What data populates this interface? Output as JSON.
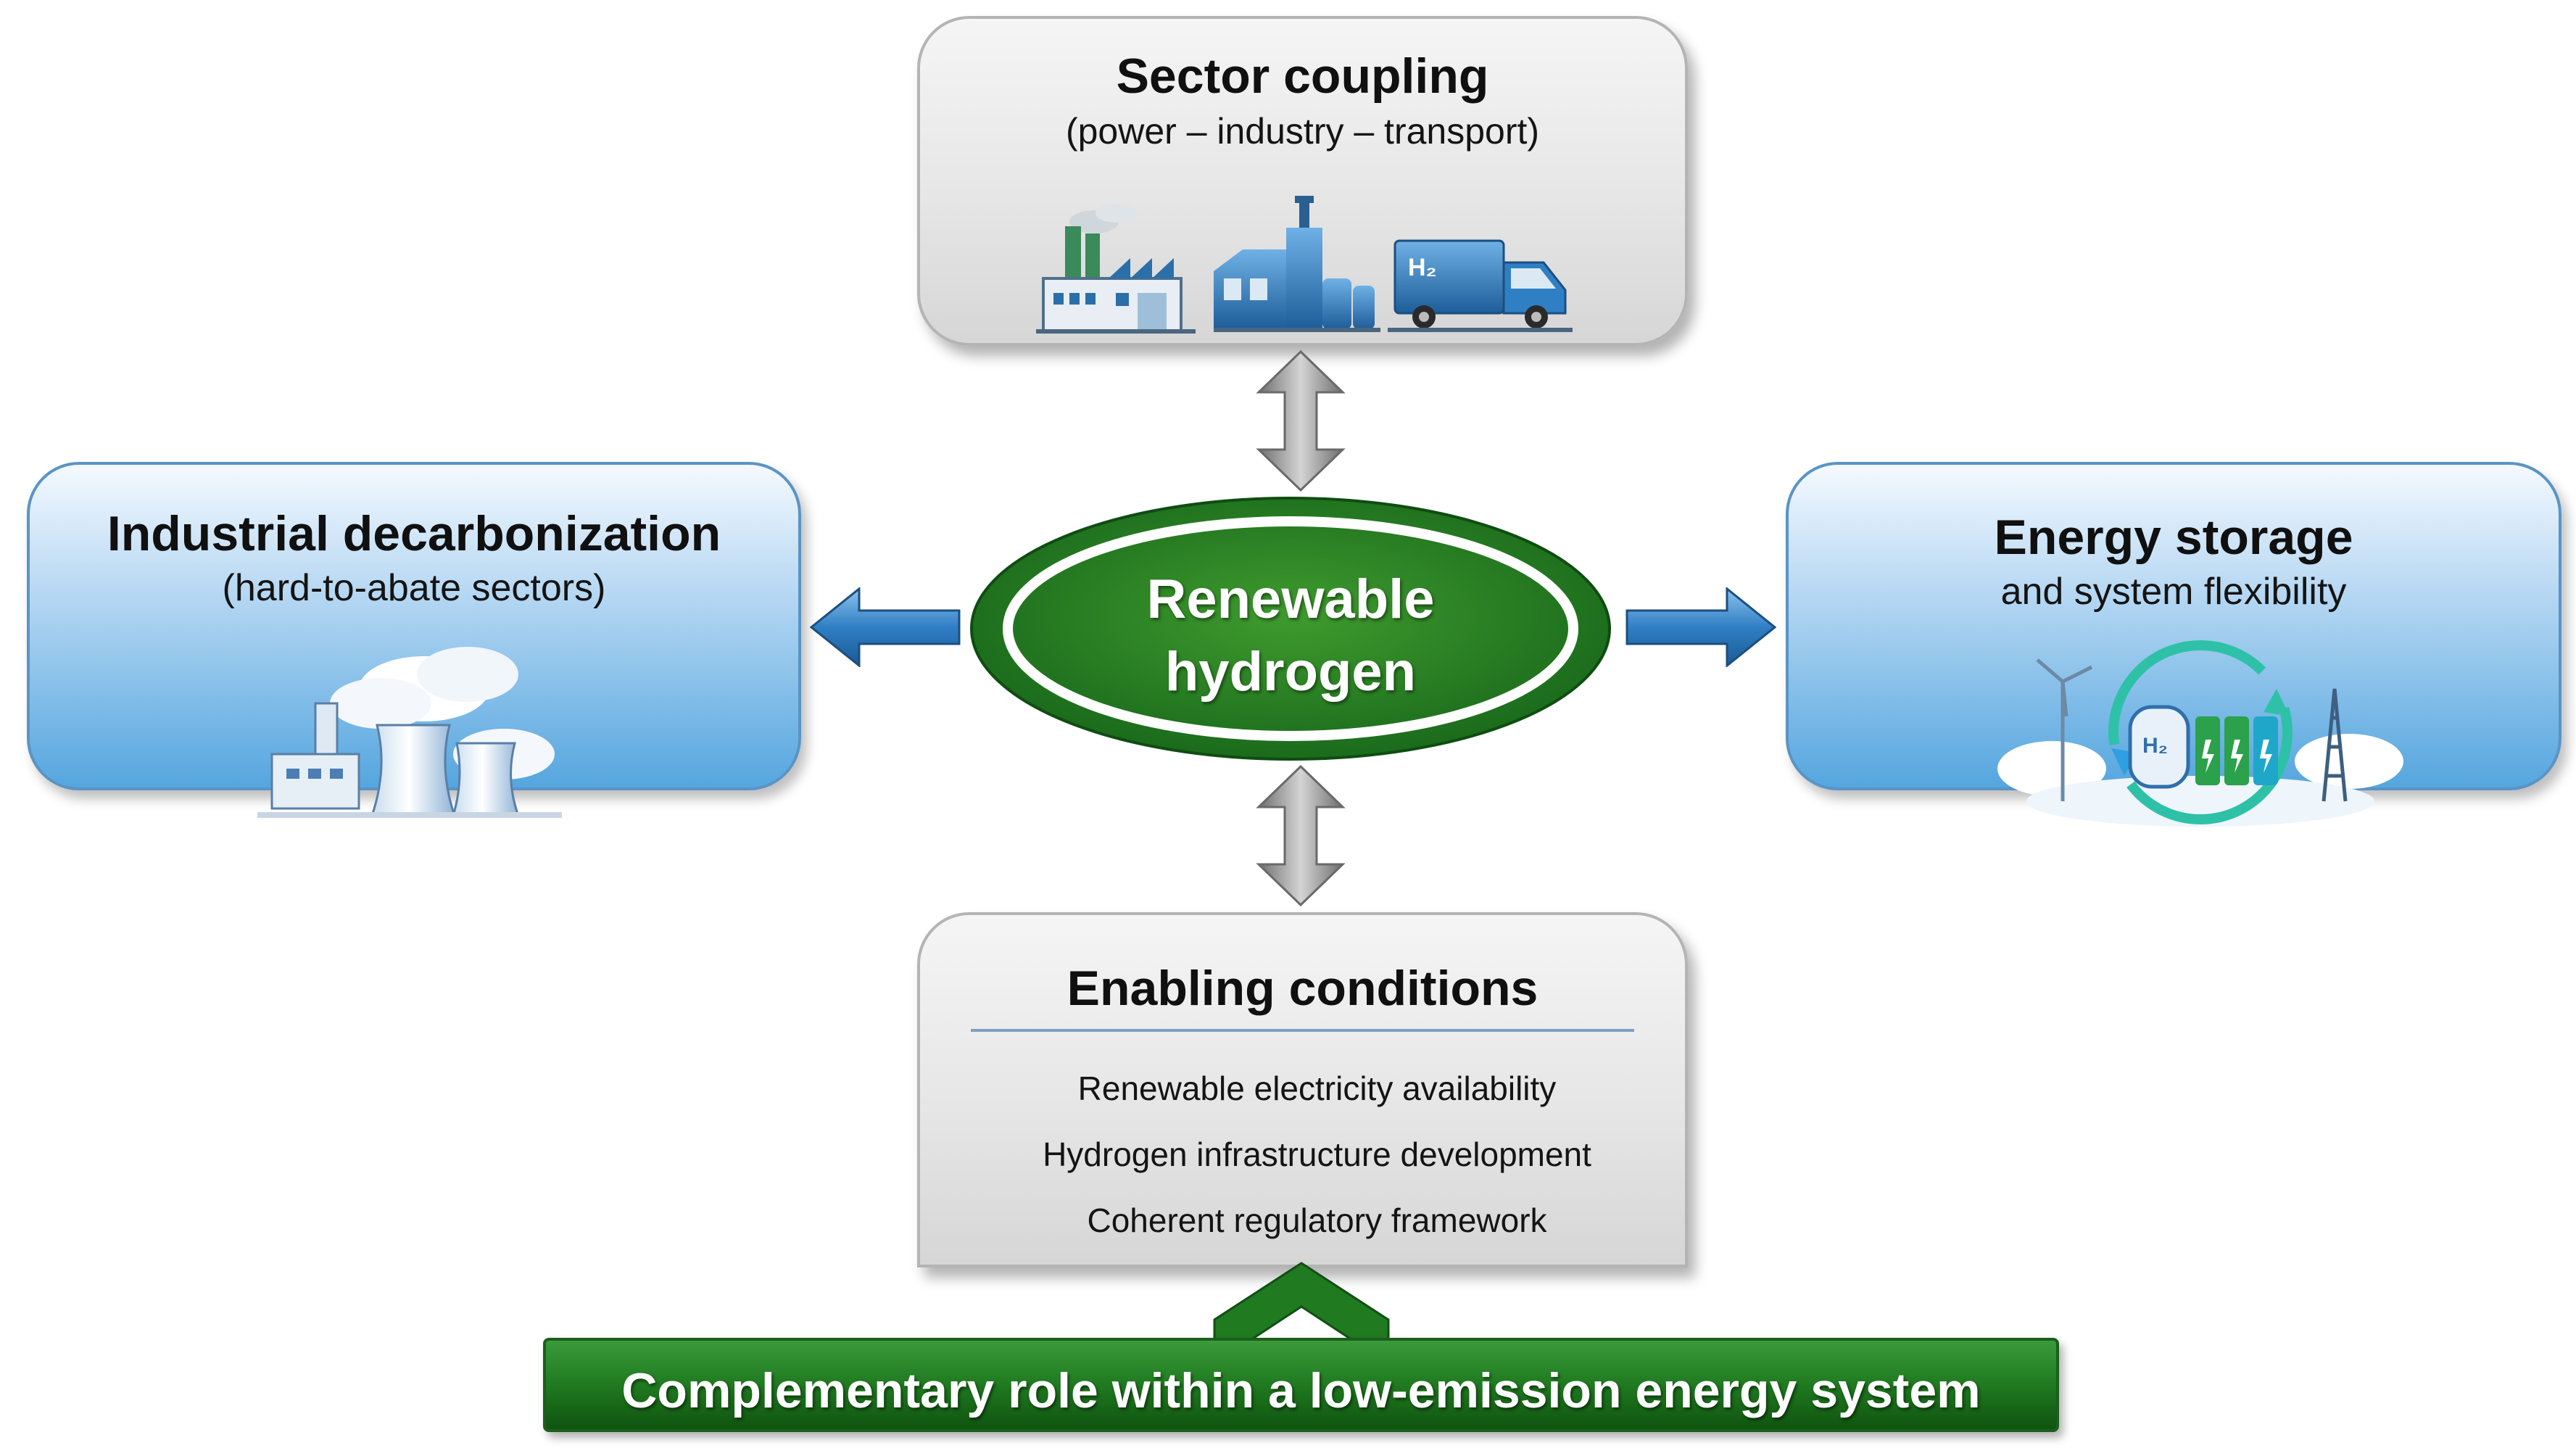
{
  "hub": {
    "line1": "Renewable",
    "line2": "hydrogen"
  },
  "sector": {
    "title": "Sector coupling",
    "subtitle": "(power – industry – transport)",
    "truck_label": "H₂"
  },
  "industrial": {
    "title": "Industrial decarbonization",
    "subtitle": "(hard-to-abate sectors)"
  },
  "storage": {
    "title": "Energy storage",
    "subtitle": "and system flexibility",
    "tank_label": "H₂"
  },
  "enabling": {
    "title": "Enabling conditions",
    "conditions": [
      "Renewable electricity availability",
      "Hydrogen infrastructure development",
      "Coherent regulatory framework"
    ]
  },
  "banner": {
    "text": "Complementary role within a low-emission energy system"
  },
  "colors": {
    "hub_green": "#1e7a1e",
    "banner_green": "#207a20",
    "box_blue": "#55a6df",
    "box_grey": "#e6e6e6",
    "arrow_blue": "#2f7fc4",
    "arrow_grey": "#8c8c8c"
  },
  "icons": [
    "factory-icon",
    "industrial-plant-icon",
    "hydrogen-truck-icon",
    "cooling-towers-icon",
    "energy-storage-cycle-icon"
  ]
}
